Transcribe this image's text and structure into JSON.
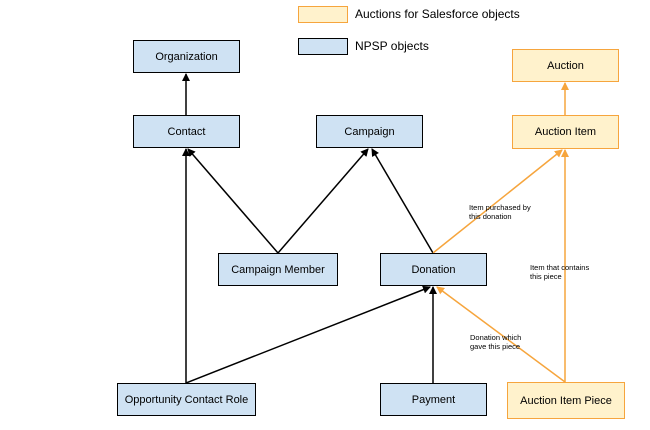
{
  "legend": {
    "auction_label": "Auctions for Salesforce objects",
    "npsp_label": "NPSP objects",
    "auction_color": "#fff2cc",
    "auction_border": "#f6a53d",
    "npsp_color": "#cfe2f3"
  },
  "nodes": {
    "organization": "Organization",
    "contact": "Contact",
    "campaign": "Campaign",
    "campaign_member": "Campaign Member",
    "donation": "Donation",
    "opportunity_contact_role": "Opportunity Contact Role",
    "payment": "Payment",
    "auction": "Auction",
    "auction_item": "Auction Item",
    "auction_item_piece": "Auction Item Piece"
  },
  "edge_labels": {
    "item_purchased": "Item purchased by\nthis donation",
    "item_contains": "Item that contains\nthis piece",
    "donation_gave": "Donation which\ngave this piece"
  }
}
